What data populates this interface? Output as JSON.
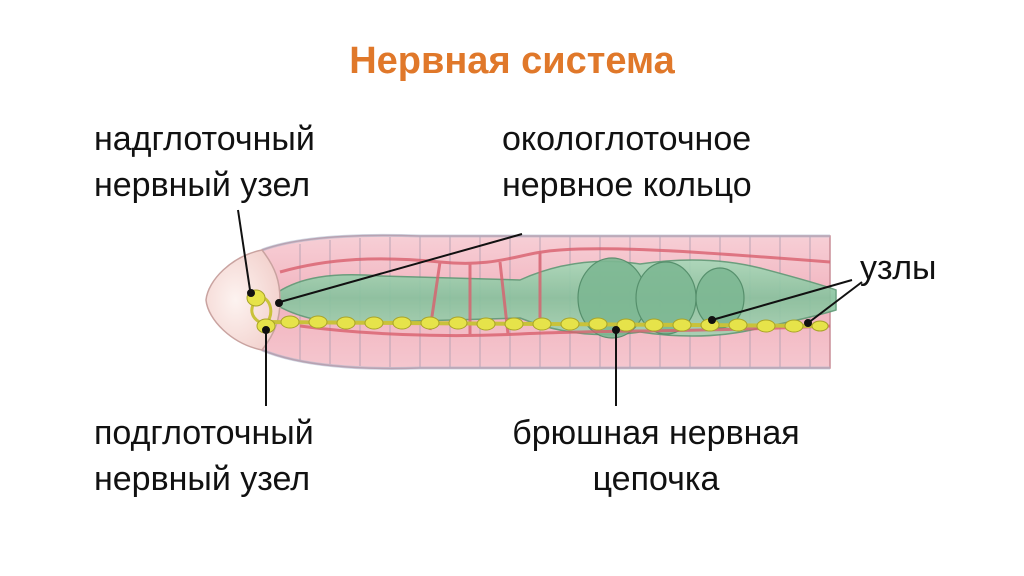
{
  "title": "Нервная система",
  "labels": {
    "supra": [
      "надглоточный",
      "нервный узел"
    ],
    "ring": [
      "окологлоточное",
      "нервное кольцо"
    ],
    "nodes": "узлы",
    "sub": [
      "подглоточный",
      "нервный узел"
    ],
    "chain": [
      "брюшная нервная",
      "цепочка"
    ]
  },
  "colors": {
    "title": "#e0782a",
    "body": "#f2b6c0",
    "gut": "#8fc9a6",
    "nerve": "#e6e34a",
    "vessel": "#d9606e"
  }
}
